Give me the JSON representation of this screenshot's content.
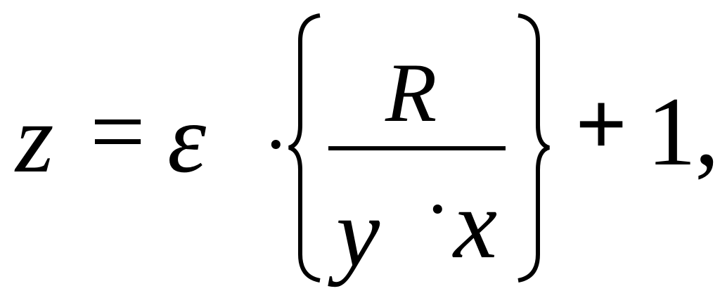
{
  "formula": {
    "lhs": "z",
    "equals": "=",
    "epsilon": "ε",
    "dot": "·",
    "numerator": "R",
    "denominator_y": "y",
    "denominator_dot": "·",
    "denominator_x": "x",
    "plus": "+",
    "one": "1",
    "comma": ","
  }
}
